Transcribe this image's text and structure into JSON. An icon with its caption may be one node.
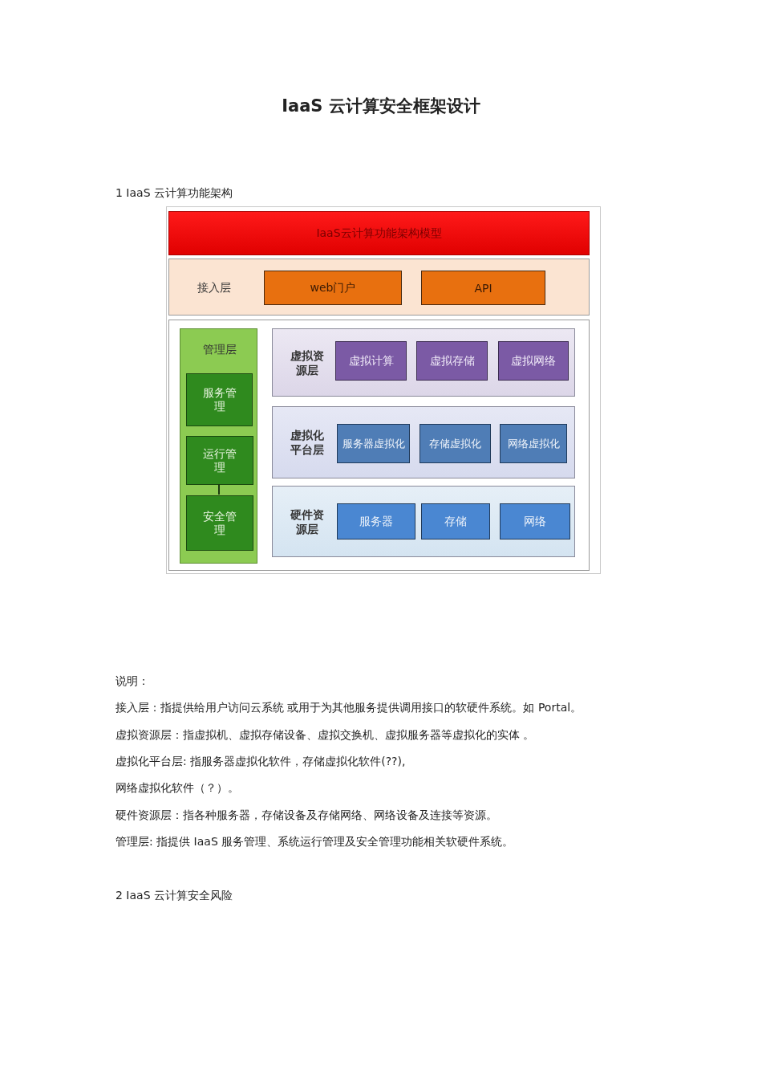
{
  "diagram": {
    "title": "IaaS 云计算安全框架设计",
    "nodes": [
      {
        "text": [
          "IaaS云计算功能架构模型"
        ]
      },
      {
        "text": [
          "接入层"
        ]
      },
      {
        "text": [
          "web门户"
        ],
        "in": 1
      },
      {
        "text": [
          "API"
        ],
        "in": 1
      },
      {
        "text": [
          "管理层"
        ]
      },
      {
        "text": [
          "服务管理"
        ],
        "in": 4
      },
      {
        "text": [
          "运行管理"
        ],
        "in": 4
      },
      {
        "text": [
          "安全管理"
        ],
        "in": 4
      },
      {
        "text": [
          "虚拟资源层"
        ]
      },
      {
        "text": [
          "虚拟计算"
        ],
        "in": 8
      },
      {
        "text": [
          "虚拟存储"
        ],
        "in": 8
      },
      {
        "text": [
          "虚拟网络"
        ],
        "in": 8
      },
      {
        "text": [
          "虚拟化平台层"
        ]
      },
      {
        "text": [
          "服务器虚拟化"
        ],
        "in": 12
      },
      {
        "text": [
          "存储虚拟化"
        ],
        "in": 12
      },
      {
        "text": [
          "网络虚拟化"
        ],
        "in": 12
      },
      {
        "text": [
          "硬件资源层"
        ]
      },
      {
        "text": [
          "服务器"
        ],
        "in": 16
      },
      {
        "text": [
          "存储"
        ],
        "in": 16
      },
      {
        "text": [
          "网络"
        ],
        "in": 16
      }
    ],
    "edges": [
      {
        "from": 6,
        "to": 7,
        "arrow": "none"
      }
    ],
    "labels": [
      "1 IaaS 云计算功能架构",
      "说明：",
      "接入层：指提供给用户访问云系统 或用于为其他服务提供调用接口的软硬件系统。如 Portal。",
      "虚拟资源层：指虚拟机、虚拟存储设备、虚拟交换机、虚拟服务器等虚拟化的实体 。",
      "虚拟化平台层: 指服务器虚拟化软件，存储虚拟化软件(??),",
      "网络虚拟化软件（？）。",
      "硬件资源层：指各种服务器，存储设备及存储网络、网络设备及连接等资源。",
      "管理层: 指提供 IaaS 服务管理、系统运行管理及安全管理功能相关软硬件系统。",
      "2 IaaS 云计算安全风险"
    ]
  }
}
